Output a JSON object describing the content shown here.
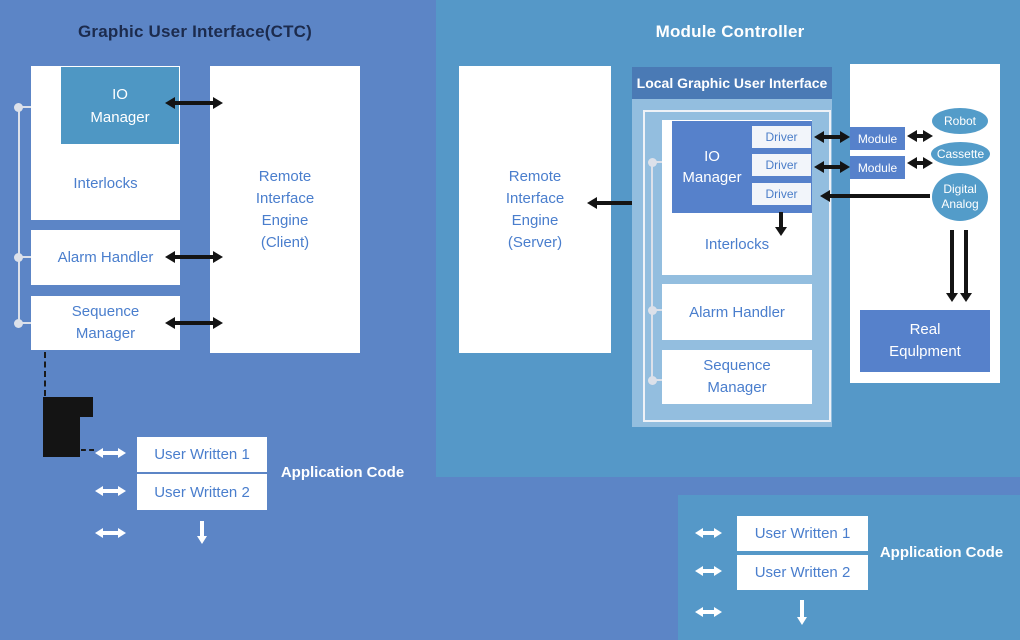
{
  "colors": {
    "main_background": "#5C85C6",
    "module_background": "#5598C8",
    "component_box": "#FFFFFF",
    "solid_blue_box": "#5681CB",
    "teal_box": "#4E97C4",
    "device_ellipse": "#539CC9",
    "local_gui_header": "#4A7AB5",
    "local_gui_body": "#93BEDF",
    "label_blue": "#4A7ECD",
    "title_navy": "#1C2B4D",
    "arrow_black": "#141414",
    "arrow_white": "#FFFFFF"
  },
  "gui_ctc": {
    "title": "Graphic User Interface(CTC)",
    "io_manager": "IO\nManager",
    "interlocks": "Interlocks",
    "alarm_handler": "Alarm Handler",
    "sequence_manager": "Sequence\nManager",
    "remote_interface_engine": "Remote\nInterface\nEngine\n(Client)",
    "user_written_1": "User Written 1",
    "user_written_2": "User Written 2",
    "application_code": "Application Code"
  },
  "module_controller": {
    "title": "Module Controller",
    "remote_interface_engine": "Remote\nInterface\nEngine\n(Server)",
    "local_gui": {
      "title": "Local Graphic User Interface",
      "io_manager": "IO\nManager",
      "drivers": [
        "Driver",
        "Driver",
        "Driver"
      ],
      "interlocks": "Interlocks",
      "alarm_handler": "Alarm Handler",
      "sequence_manager": "Sequence\nManager"
    },
    "equipment": {
      "module_1": "Module",
      "module_2": "Module",
      "robot": "Robot",
      "cassette": "Cassette",
      "digital_analog": "Digital\nAnalog",
      "real_equipment": "Real\nEqulpment"
    },
    "user_written_1": "User Written 1",
    "user_written_2": "User Written 2",
    "application_code": "Application Code"
  }
}
